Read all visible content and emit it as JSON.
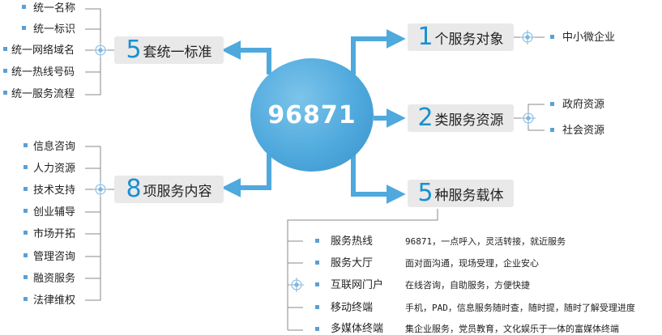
{
  "center": {
    "label": "96871"
  },
  "branches": {
    "standards": {
      "number": "5",
      "title": "套统一标准"
    },
    "content": {
      "number": "8",
      "title": "项服务内容"
    },
    "target": {
      "number": "1",
      "title": "个服务对象"
    },
    "resources": {
      "number": "2",
      "title": "类服务资源"
    },
    "carriers": {
      "number": "5",
      "title": "种服务载体"
    }
  },
  "standards_items": [
    "统一名称",
    "统一标识",
    "统一网络域名",
    "统一热线号码",
    "统一服务流程"
  ],
  "content_items": [
    "信息咨询",
    "人力资源",
    "技术支持",
    "创业辅导",
    "市场开拓",
    "管理咨询",
    "融资服务",
    "法律维权"
  ],
  "target_items": [
    "中小微企业"
  ],
  "resource_items": [
    "政府资源",
    "社会资源"
  ],
  "carrier_items": [
    {
      "name": "服务热线",
      "desc": "96871，一点呼入，灵活转接，就近服务"
    },
    {
      "name": "服务大厅",
      "desc": "面对面沟通，现场受理，企业安心"
    },
    {
      "name": "互联网门户",
      "desc": "在线咨询，自助服务，方便快捷"
    },
    {
      "name": "移动终端",
      "desc": "手机，PAD，信息服务随时查，随时提，随时了解受理进度"
    },
    {
      "name": "多媒体终端",
      "desc": "集企业服务，党员教育，文化娱乐于一体的富媒体终端"
    }
  ],
  "colors": {
    "accent": "#1a8fd0",
    "arrow": "#4fa9dd",
    "connector": "#8a8a8a",
    "box": "#e9e9e9"
  }
}
